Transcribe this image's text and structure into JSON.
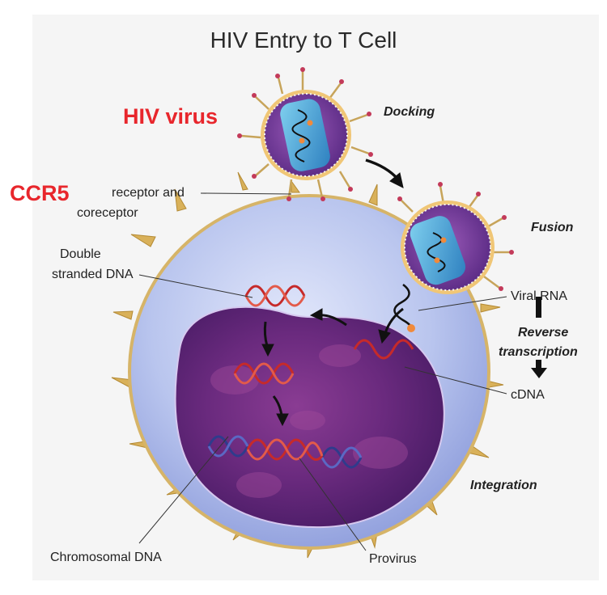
{
  "title": "HIV Entry to T Cell",
  "labels": {
    "hiv_virus": "HIV virus",
    "ccr5": "CCR5",
    "receptor_line1": "receptor and",
    "receptor_line2": "coreceptor",
    "dsdna_line1": "Double",
    "dsdna_line2": "stranded DNA",
    "viral_rna": "Viral RNA",
    "cdna": "cDNA",
    "chromosomal_dna": "Chromosomal DNA",
    "provirus": "Provirus"
  },
  "stages": {
    "docking": "Docking",
    "fusion": "Fusion",
    "reverse_line1": "Reverse",
    "reverse_line2": "transcription",
    "integration": "Integration"
  },
  "colors": {
    "highlight_red": "#e8262c",
    "cell_blue": "#b7c4ec",
    "nucleus_purple": "#6a2a7e",
    "dna_red": "#c62a2a",
    "dna_blue": "#2f3b8c",
    "virus_gold": "#d3aa5a"
  }
}
